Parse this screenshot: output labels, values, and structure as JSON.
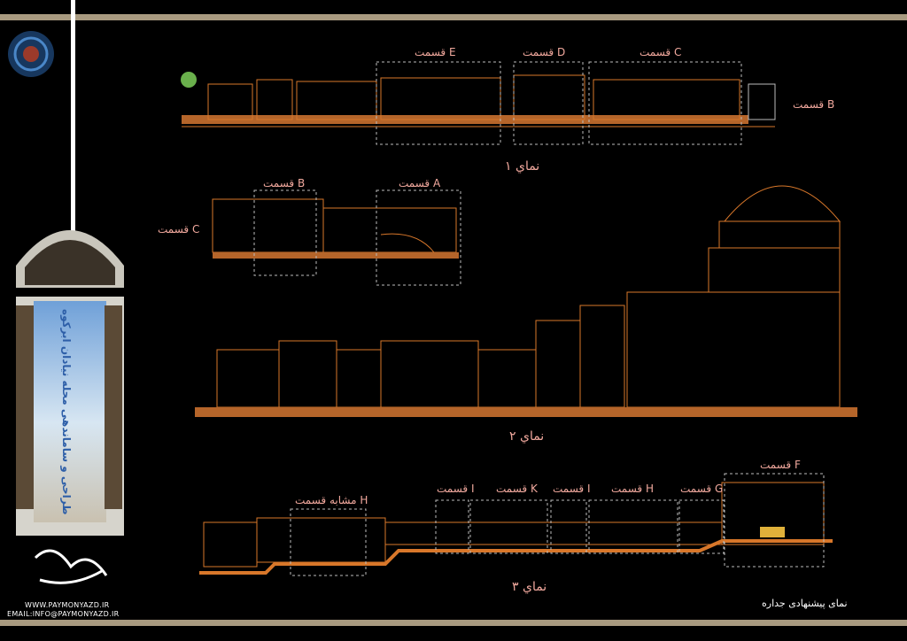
{
  "labels": {
    "e": "قسمت E",
    "d": "قسمت D",
    "c_top": "قسمت C",
    "b_right": "قسمت B",
    "view1": "نماي ١",
    "b_mid": "قسمت B",
    "a_mid": "قسمت A",
    "c_left": "قسمت C",
    "view2": "نماي ٢",
    "h_similar": "مشابه قسمت H",
    "i1": "قسمت I",
    "k": "قسمت K",
    "i2": "قسمت I",
    "h": "قسمت H",
    "g": "قسمت G",
    "f": "قسمت F",
    "view3": "نماي ٣",
    "proposal": "نمای پیشنهادی جداره"
  },
  "panel": {
    "vertical_title": "طراحی و ساماندهی محله نیادان ابرکوه"
  },
  "footer": {
    "website": "WWW.PAYMONYAZD.IR",
    "email": "EMAIL:INFO@PAYMONYAZD.IR"
  },
  "colors": {
    "frame": "#a89a80",
    "line": "#d8772a",
    "label": "#f2a99e",
    "dashed": "#bdbdbd"
  }
}
